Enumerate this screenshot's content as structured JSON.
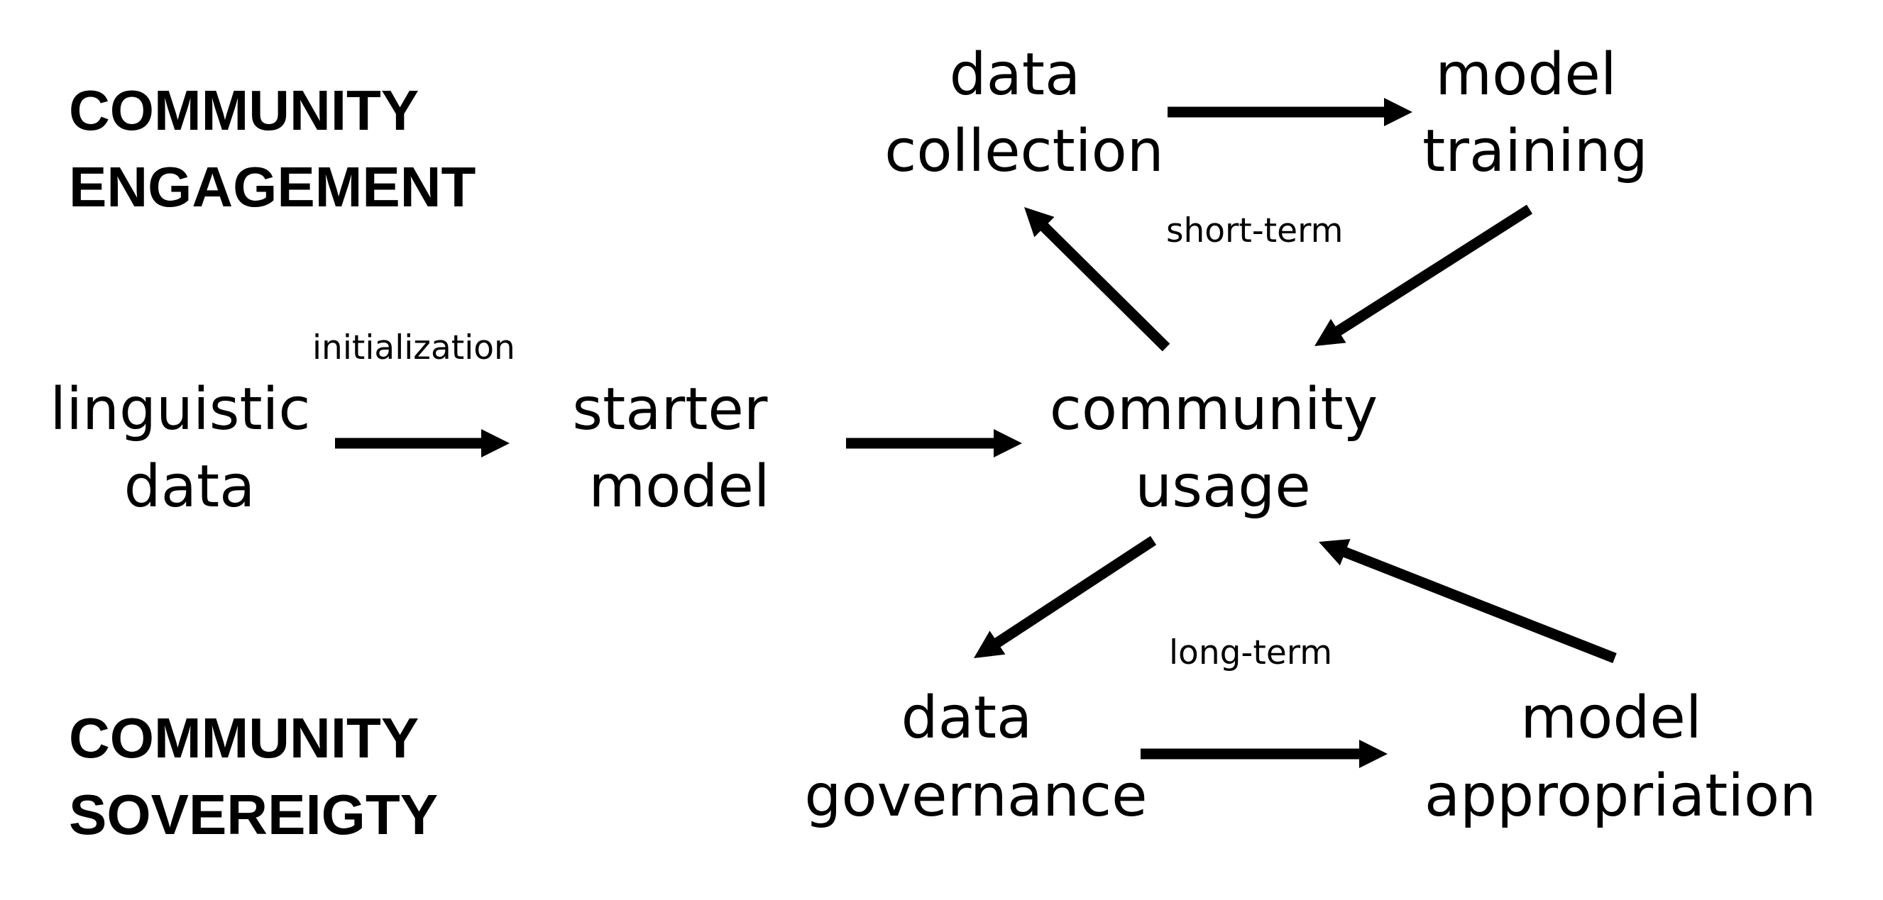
{
  "headings": {
    "engagement": [
      "COMMUNITY",
      "ENGAGEMENT"
    ],
    "sovereignty": [
      "COMMUNITY",
      "SOVEREIGTY"
    ]
  },
  "nodes": {
    "linguistic_data": [
      "linguistic",
      "data"
    ],
    "starter_model": [
      "starter",
      "model"
    ],
    "community_usage": [
      "community",
      "usage"
    ],
    "data_collection": [
      "data",
      "collection"
    ],
    "model_training": [
      "model",
      "training"
    ],
    "data_governance": [
      "data",
      "governance"
    ],
    "model_appropriation": [
      "model",
      "appropriation"
    ]
  },
  "edge_labels": {
    "initialization": "initialization",
    "short_term": "short-term",
    "long_term": "long-term"
  },
  "colors": {
    "ink": "#000000",
    "background": "#ffffff"
  }
}
